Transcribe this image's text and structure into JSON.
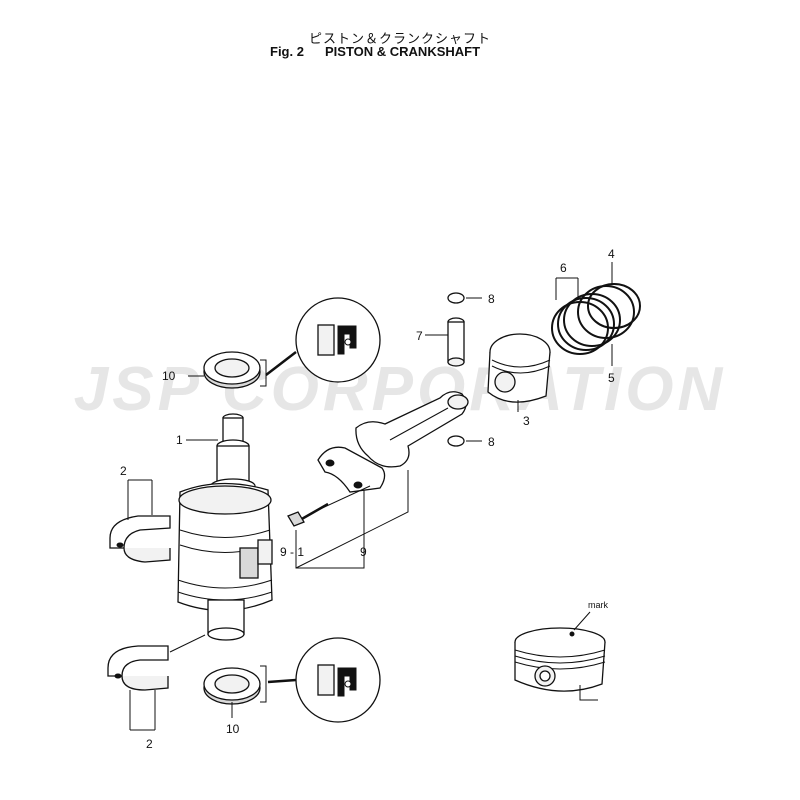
{
  "header": {
    "title_jp": "ピストン＆クランクシャフト",
    "fig_number": "Fig. 2",
    "title_en": "PISTON & CRANKSHAFT"
  },
  "watermark": "JSP CORPORATION",
  "labels": {
    "crankshaft": "1",
    "bearing_top": "2",
    "bearing_bottom": "2",
    "piston": "3",
    "ring_top": "4",
    "ring_bottom": "5",
    "ring_set": "6",
    "piston_pin": "7",
    "clip_top": "8",
    "clip_bottom": "8",
    "conrod": "9",
    "conrod_bolt": "9 - 1",
    "oil_seal_top": "10",
    "oil_seal_bottom": "10",
    "mark": "mark"
  }
}
